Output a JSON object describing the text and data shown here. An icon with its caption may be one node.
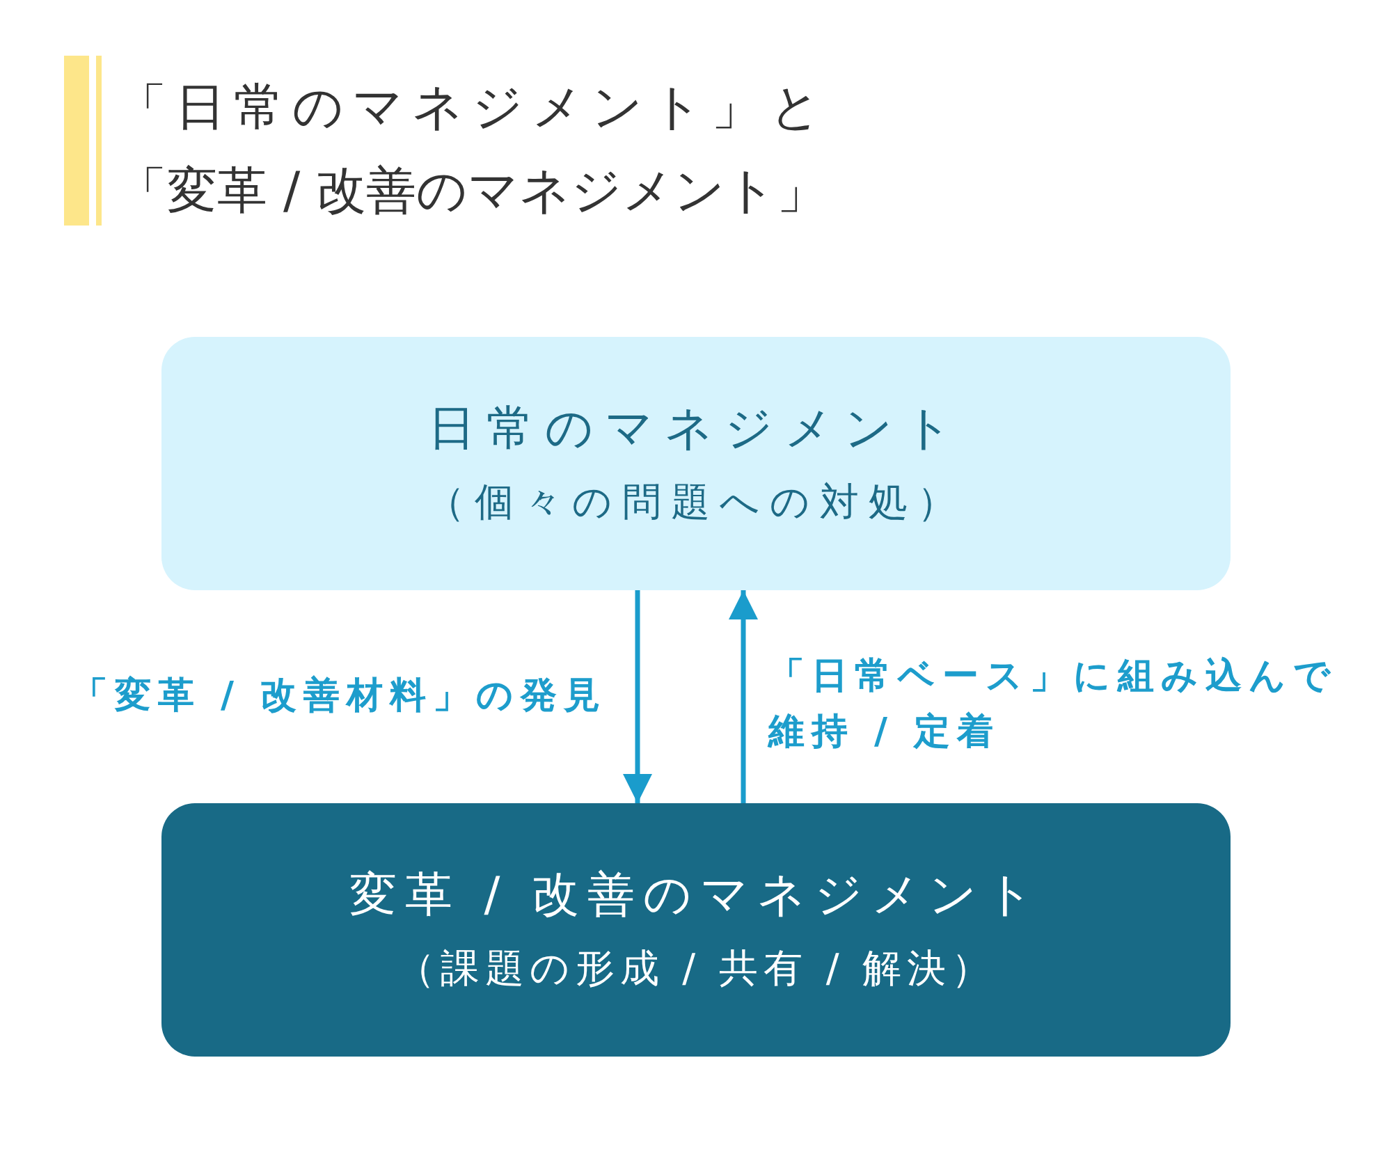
{
  "diagram": {
    "title": "「日常のマネジメント」と「変革 / 改善のマネジメント」",
    "nodes": [
      {
        "text": [
          "日常のマネジメント",
          "（個々の問題への対処）"
        ]
      },
      {
        "text": [
          "変革 / 改善のマネジメント",
          "（課題の形成 / 共有 / 解決）"
        ]
      }
    ],
    "edges": [
      {
        "from": 0,
        "to": 1,
        "arrow": "to",
        "label": "「変革 / 改善材料」の発見"
      },
      {
        "from": 1,
        "to": 0,
        "arrow": "to",
        "label": "「日常ベース」に組み込んで維持 / 定着"
      }
    ]
  }
}
